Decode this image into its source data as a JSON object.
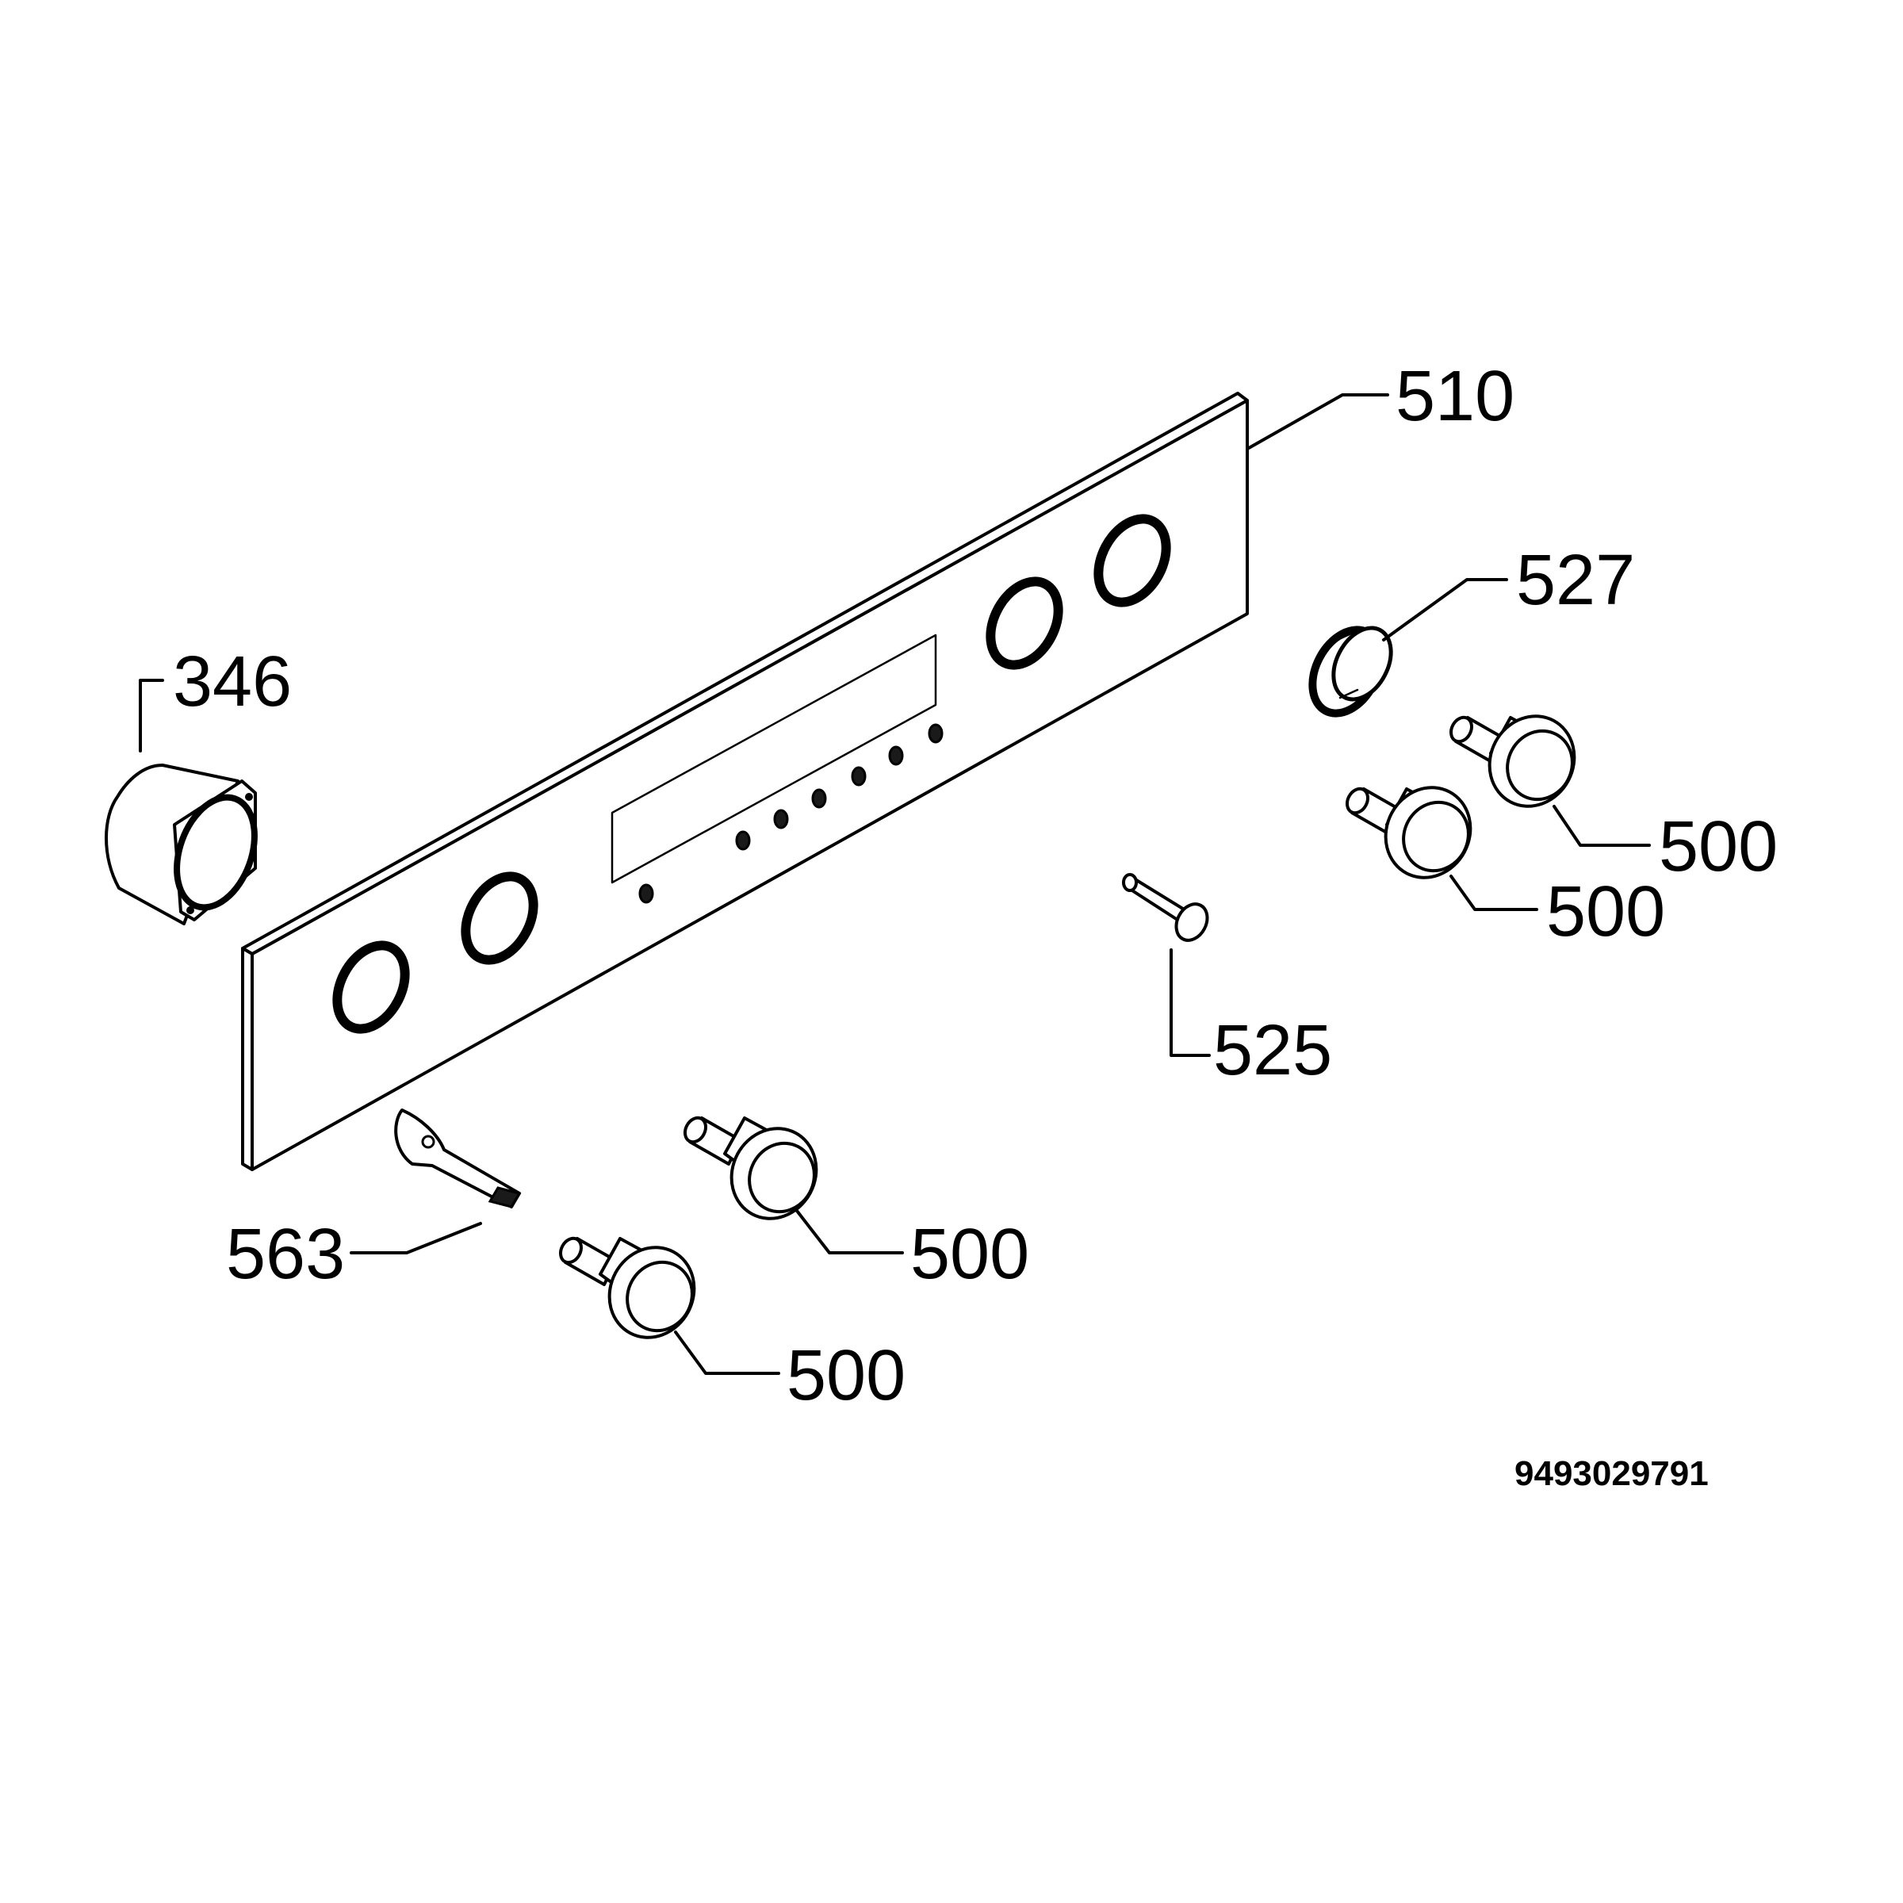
{
  "callouts": {
    "panel": "510",
    "clock_housing": "346",
    "knob_ring": "527",
    "button": "525",
    "bracket": "563",
    "knob_right_upper": "500",
    "knob_right_lower": "500",
    "knob_left_upper": "500",
    "knob_left_lower": "500"
  },
  "document_number": "9493029791"
}
